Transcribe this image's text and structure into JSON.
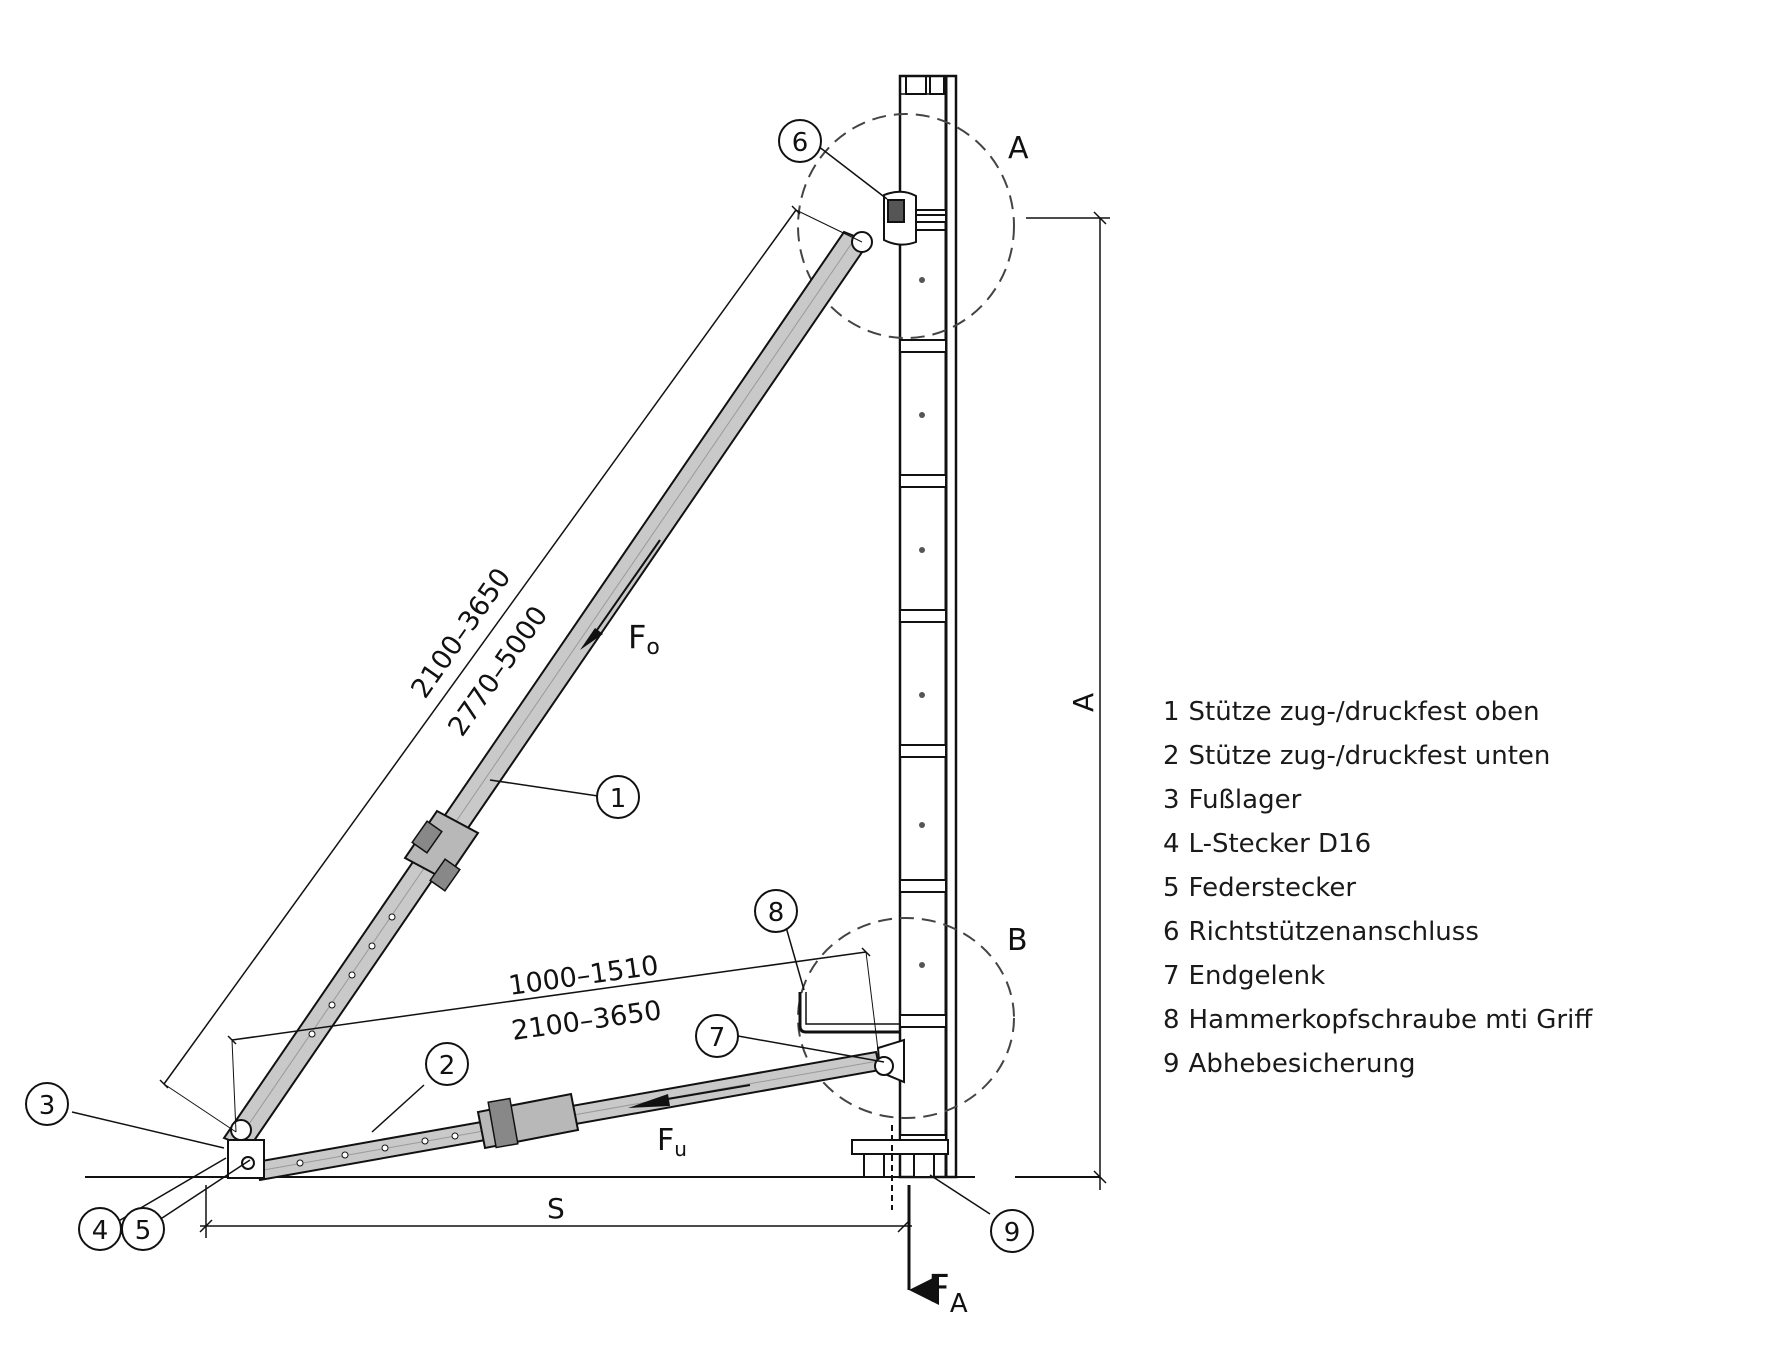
{
  "dimensions": {
    "upper_prop_range_1": "2100–3650",
    "upper_prop_range_2": "2770–5000",
    "lower_prop_range_1": "1000–1510",
    "lower_prop_range_2": "2100–3650",
    "height_label": "A",
    "span_label": "S"
  },
  "details": {
    "top": "A",
    "bottom": "B"
  },
  "forces": {
    "upper": {
      "main": "F",
      "sub": "o"
    },
    "lower": {
      "main": "F",
      "sub": "u"
    },
    "anchor": {
      "main": "F",
      "sub": "A"
    }
  },
  "callouts": [
    "1",
    "2",
    "3",
    "4",
    "5",
    "6",
    "7",
    "8",
    "9"
  ],
  "legend": [
    {
      "num": "1",
      "text": "Stütze zug-/druckfest oben"
    },
    {
      "num": "2",
      "text": "Stütze zug-/druckfest unten"
    },
    {
      "num": "3",
      "text": "Fußlager"
    },
    {
      "num": "4",
      "text": "L-Stecker D16"
    },
    {
      "num": "5",
      "text": "Federstecker"
    },
    {
      "num": "6",
      "text": "Richtstützenanschluss"
    },
    {
      "num": "7",
      "text": "Endgelenk"
    },
    {
      "num": "8",
      "text": "Hammerkopfschraube mti Griff"
    },
    {
      "num": "9",
      "text": "Abhebesicherung"
    }
  ]
}
